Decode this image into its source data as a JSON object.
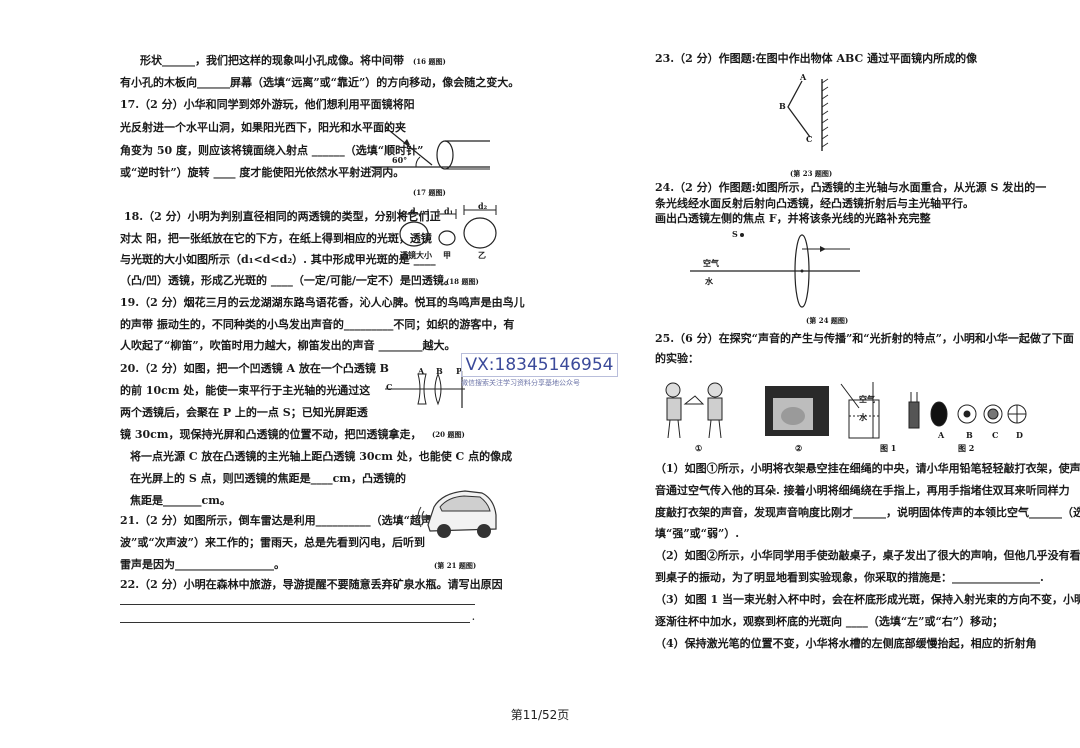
{
  "left": {
    "q16": {
      "l1": "形状______，我们把这样的现象叫小孔成像。将中间带",
      "cap": "(16 题图)",
      "l2": "有小孔的木板向______屏幕（选填“远离”或“靠近”）的方向移动，像会随之变大。"
    },
    "q17": {
      "l1": "17.（2 分）小华和同学到郊外游玩，他们想利用平面镜将阳",
      "l2": "光反射进一个水平山洞，如果阳光西下，阳光和水平面的夹",
      "l3": "角变为 50 度，则应该将镜面绕入射点 ______（选填“顺时针”",
      "l4": "或“逆时针”）旋转 ____ 度才能使阳光依然水平射进洞内。",
      "angle": "60°",
      "cap": "(17 题图)"
    },
    "q18": {
      "l1": "18.（2 分）小明为判别直径相同的两透镜的类型，分别将它们正",
      "l2": "对太  阳，把一张纸放在它的下方，在纸上得到相应的光斑，透镜",
      "l3": "与光斑的大小如图所示（d₁<d<d₂）. 其中形成甲光斑的是 ____",
      "l4": "（凸/凹）透镜，形成乙光斑的 ____（一定/可能/一定不）是凹透镜。",
      "cap": "(18 题图)",
      "d": "d",
      "d1": "d₁",
      "d2": "d₂",
      "lens_label": "透镜大小",
      "jia": "甲",
      "yi": "乙"
    },
    "q19": {
      "l1": "19.（2 分）烟花三月的云龙湖湖东路鸟语花香，沁人心脾。悦耳的鸟鸣声是由鸟儿",
      "l2": "的声带  振动生的，不同种类的小鸟发出声音的_________不同；如织的游客中，有",
      "l3": "人吹起了“柳笛”，吹笛时用力越大，柳笛发出的声音 ________越大。"
    },
    "q20": {
      "l1": "20.（2 分）如图，把一个凹透镜 A 放在一个凸透镜 B",
      "l2": "的前 10cm 处，能使一束平行于主光轴的光通过这",
      "l3": "两个透镜后，会聚在 P 上的一点 S；已知光屏距透",
      "l4": "镜 30cm，现保持光屏和凸透镜的位置不动，把凹透镜拿走，",
      "l5": "将一点光源 C 放在凸透镜的主光轴上距凸透镜 30cm 处，也能使 C 点的像成",
      "l6": "在光屏上的 S 点，则凹透镜的焦距是____cm，凸透镜的",
      "l7": "焦距是_______cm。",
      "cap": "(20 题图)",
      "lbl_a": "A",
      "lbl_b": "B",
      "lbl_c": "C",
      "lbl_p": "P"
    },
    "q21": {
      "l1": "21.（2 分）如图所示，倒车雷达是利用__________（选填“超声",
      "l2": "波”或“次声波”）来工作的；雷雨天，总是先看到闪电，后听到",
      "l3": "雷声是因为__________________。",
      "cap": "(第 21 题图)"
    },
    "q22": {
      "l1": "22.（2 分）小明在森林中旅游，导游提醒不要随意丢弃矿泉水瓶。请写出原因",
      "end": "."
    }
  },
  "right": {
    "q23": {
      "l1": "23.（2 分）作图题:在图中作出物体 ABC 通过平面镜内所成的像",
      "cap": "(第 23 题图)",
      "a": "A",
      "b": "B",
      "c": "C"
    },
    "q24": {
      "l1": "24.（2 分）作图题:如图所示，凸透镜的主光轴与水面重合，从光源 S 发出的一",
      "l2": "条光线经水面反射后射向凸透镜，经凸透镜折射后与主光轴平行。",
      "l3": "画出凸透镜左侧的焦点 F，并将该条光线的光路补充完整",
      "s": "S",
      "air": "空气",
      "water": "水",
      "cap": "(第 24 题图)"
    },
    "q25": {
      "l1": "25.（6 分）在探究“声音的产生与传播”和“光折射的特点”，小明和小华一起做了下面",
      "l2": "的实验：",
      "fig1": "①",
      "fig2": "②",
      "fig3": "图 1",
      "fig4": "图 2",
      "abcd": [
        "A",
        "B",
        "C",
        "D"
      ],
      "air": "空气",
      "water": "水",
      "p1a": "（1）如图①所示，小明将衣架悬空挂在细绳的中央，请小华用铅笔轻轻敲打衣架，使声",
      "p1b": "音通过空气传入他的耳朵. 接着小明将细绳绕在手指上，再用手指堵住双耳来听同样力",
      "p1c": "度敲打衣架的声音，发现声音响度比刚才______，说明固体传声的本领比空气______（选",
      "p1d": "填“强”或“弱”）.",
      "p2a": "（2）如图②所示，小华同学用手使劲敲桌子，桌子发出了很大的声响，但他几乎没有看",
      "p2b": "到桌子的振动，为了明显地看到实验现象，你采取的措施是：________________.",
      "p3a": "（3）如图 1 当一束光射入杯中时，会在杯底形成光斑，保持入射光束的方向不变，小明",
      "p3b": "逐渐往杯中加水，观察到杯底的光斑向 ____（选填“左”或“右”）移动；",
      "p4a": "（4）保持激光笔的位置不变，小华将水槽的左侧底部缓慢抬起，相应的折射角"
    }
  },
  "watermark": {
    "vx": "VX:18345146954",
    "sub": "微信搜索关注学习资料分享基地公众号"
  },
  "footer": "第11/52页"
}
